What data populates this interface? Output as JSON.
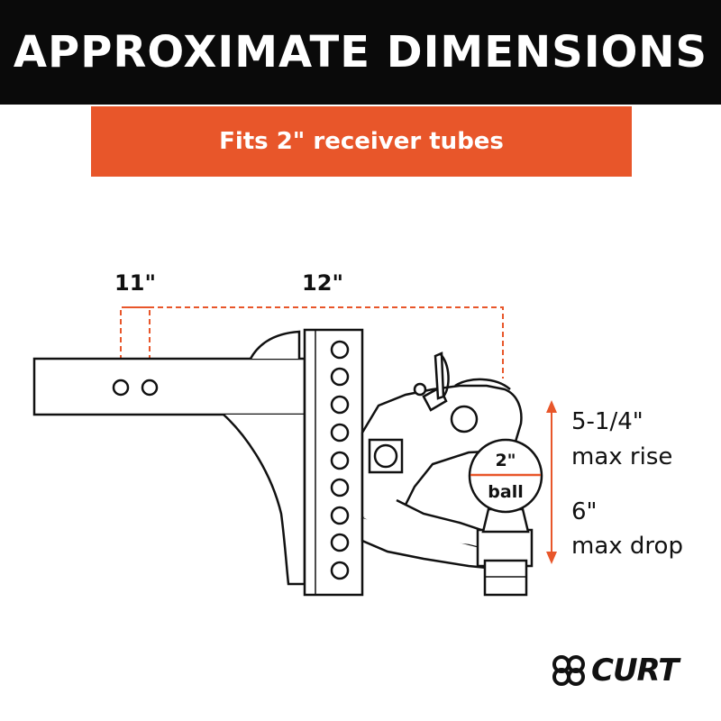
{
  "header": {
    "title": "APPROXIMATE DIMENSIONS"
  },
  "banner": {
    "text": "Fits 2\" receiver tubes"
  },
  "dimensions": {
    "length_short": "11\"",
    "length_long": "12\"",
    "rise_value": "5-1/4\"",
    "rise_label": "max rise",
    "drop_value": "6\"",
    "drop_label": "max drop",
    "ball_size": "2\"",
    "ball_label": "ball"
  },
  "brand": {
    "name": "CURT"
  },
  "colors": {
    "header_bg": "#0a0a0a",
    "accent": "#e8562a",
    "line": "#111111"
  }
}
